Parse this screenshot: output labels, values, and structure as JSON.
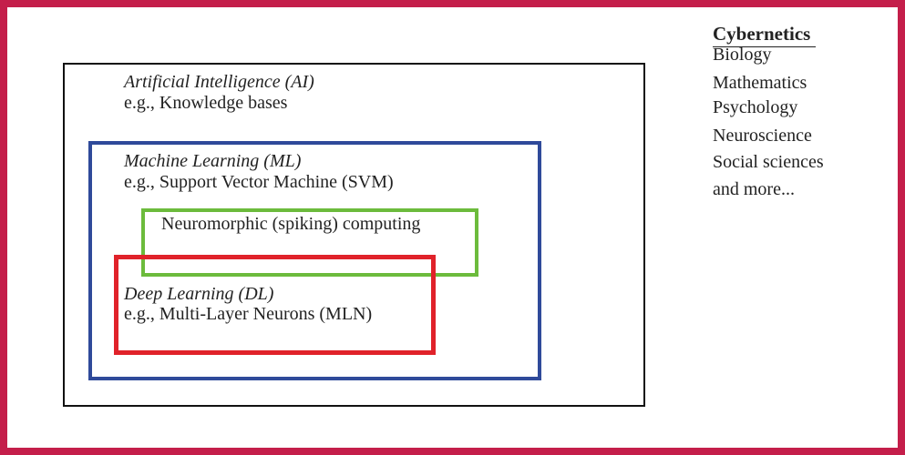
{
  "diagram": {
    "ai": {
      "title": "Artificial Intelligence (AI)",
      "example": "e.g., Knowledge bases"
    },
    "ml": {
      "title": "Machine Learning (ML)",
      "example": "e.g., Support Vector Machine (SVM)"
    },
    "neuromorphic": {
      "title": "Neuromorphic (spiking) computing"
    },
    "dl": {
      "title": "Deep Learning (DL)",
      "example": "e.g., Multi-Layer Neurons (MLN)"
    }
  },
  "cybernetics": {
    "title": "Cybernetics",
    "fields": [
      "Biology",
      "Mathematics",
      "Psychology",
      "Neuroscience",
      "Social sciences",
      "and more..."
    ]
  },
  "colors": {
    "frame": "#c41e4a",
    "ai_border": "#111111",
    "ml_border": "#2f4a9a",
    "neuromorphic_border": "#6cbb3c",
    "dl_border": "#e0222a"
  }
}
